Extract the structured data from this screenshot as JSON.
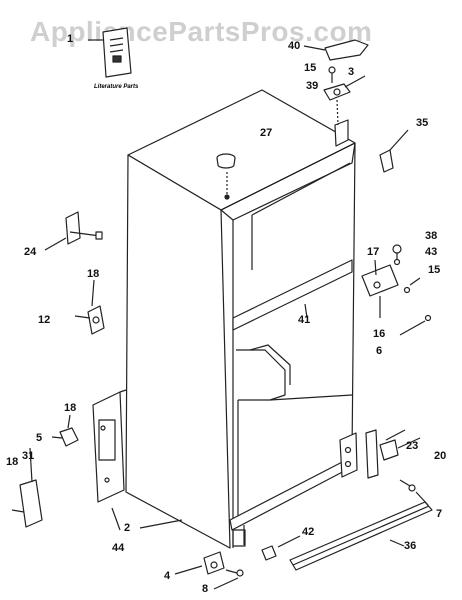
{
  "watermark": "AppliancePartsPros.com",
  "literature_caption": "Literature Parts",
  "part_labels": [
    {
      "id": "p1",
      "text": "1"
    },
    {
      "id": "p40",
      "text": "40"
    },
    {
      "id": "p15a",
      "text": "15"
    },
    {
      "id": "p3",
      "text": "3"
    },
    {
      "id": "p39",
      "text": "39"
    },
    {
      "id": "p35",
      "text": "35"
    },
    {
      "id": "p27",
      "text": "27"
    },
    {
      "id": "p24",
      "text": "24"
    },
    {
      "id": "p18a",
      "text": "18"
    },
    {
      "id": "p12",
      "text": "12"
    },
    {
      "id": "p17",
      "text": "17"
    },
    {
      "id": "p38",
      "text": "38"
    },
    {
      "id": "p43",
      "text": "43"
    },
    {
      "id": "p15b",
      "text": "15"
    },
    {
      "id": "p41",
      "text": "41"
    },
    {
      "id": "p16",
      "text": "16"
    },
    {
      "id": "p6",
      "text": "6"
    },
    {
      "id": "p18b",
      "text": "18"
    },
    {
      "id": "p5",
      "text": "5"
    },
    {
      "id": "p18c",
      "text": "18"
    },
    {
      "id": "p31",
      "text": "31"
    },
    {
      "id": "p23",
      "text": "23"
    },
    {
      "id": "p20",
      "text": "20"
    },
    {
      "id": "p7",
      "text": "7"
    },
    {
      "id": "p2",
      "text": "2"
    },
    {
      "id": "p44",
      "text": "44"
    },
    {
      "id": "p42",
      "text": "42"
    },
    {
      "id": "p36",
      "text": "36"
    },
    {
      "id": "p4",
      "text": "4"
    },
    {
      "id": "p8",
      "text": "8"
    }
  ]
}
